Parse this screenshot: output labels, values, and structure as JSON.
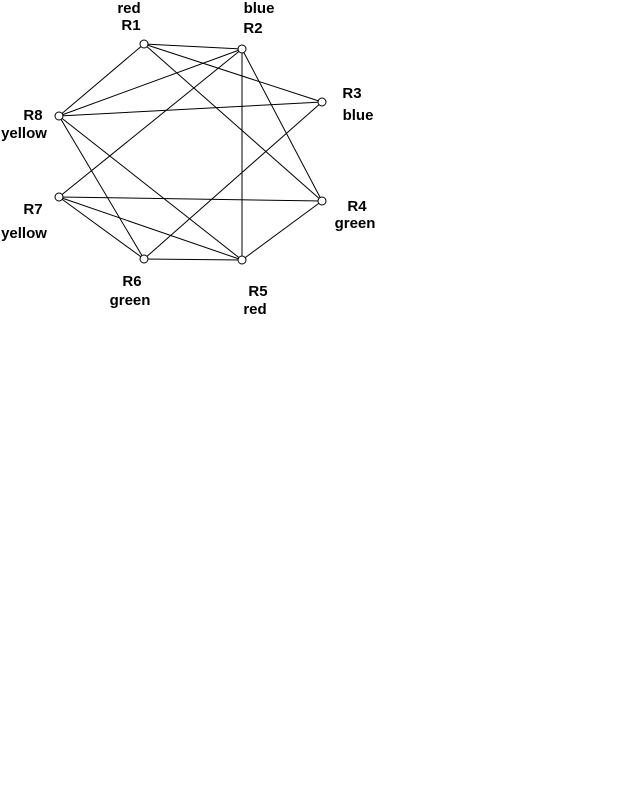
{
  "nodes": [
    {
      "id": "R1",
      "color": "red"
    },
    {
      "id": "R2",
      "color": "blue"
    },
    {
      "id": "R3",
      "color": "blue"
    },
    {
      "id": "R4",
      "color": "green"
    },
    {
      "id": "R5",
      "color": "red"
    },
    {
      "id": "R6",
      "color": "green"
    },
    {
      "id": "R7",
      "color": "yellow"
    },
    {
      "id": "R8",
      "color": "yellow"
    }
  ],
  "edges": [
    [
      "R1",
      "R2"
    ],
    [
      "R1",
      "R3"
    ],
    [
      "R1",
      "R4"
    ],
    [
      "R1",
      "R8"
    ],
    [
      "R2",
      "R8"
    ],
    [
      "R2",
      "R7"
    ],
    [
      "R2",
      "R5"
    ],
    [
      "R2",
      "R4"
    ],
    [
      "R8",
      "R3"
    ],
    [
      "R8",
      "R6"
    ],
    [
      "R8",
      "R5"
    ],
    [
      "R7",
      "R4"
    ],
    [
      "R7",
      "R6"
    ],
    [
      "R7",
      "R5"
    ],
    [
      "R6",
      "R3"
    ],
    [
      "R6",
      "R5"
    ],
    [
      "R5",
      "R4"
    ]
  ]
}
